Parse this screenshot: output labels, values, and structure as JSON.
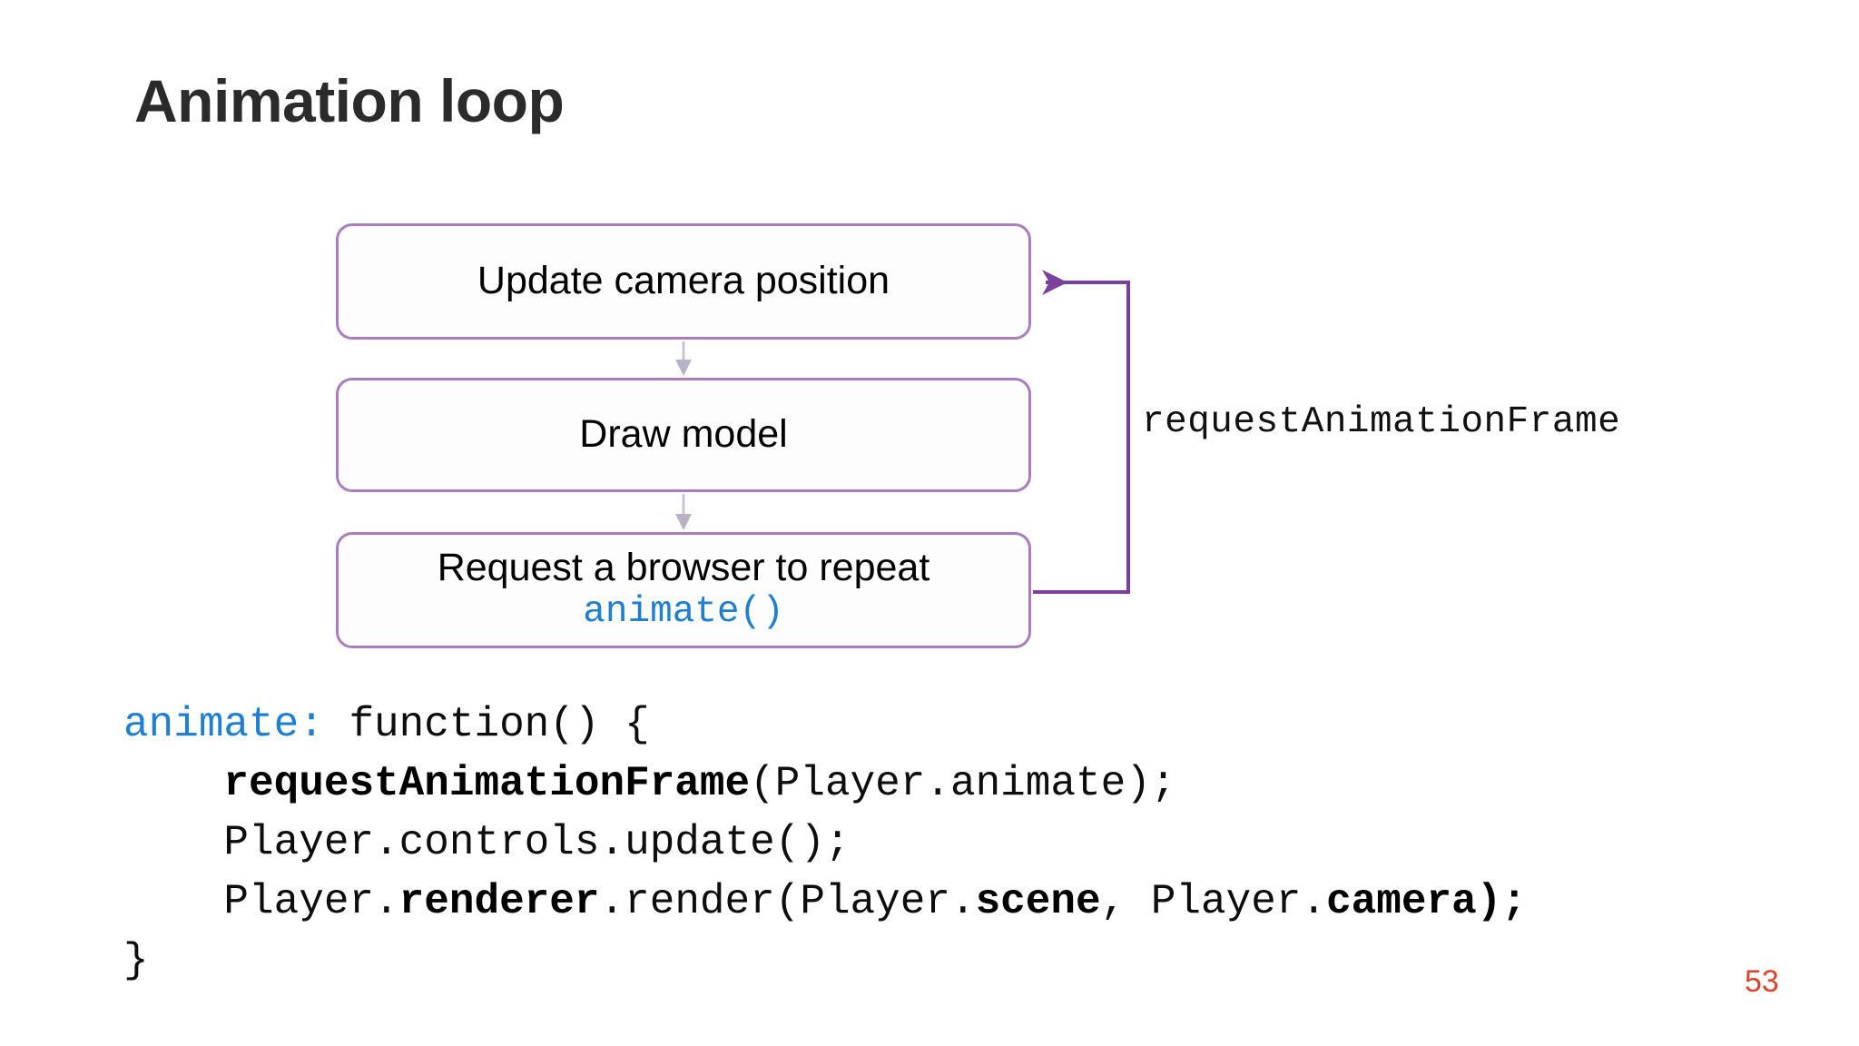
{
  "slide": {
    "title": "Animation loop",
    "page_number": "53",
    "page_number_color": "#d9452a",
    "background_color": "#ffffff",
    "title_color": "#2b2b2b"
  },
  "flowchart": {
    "box_border_color": "#a87ec0",
    "loop_arrow_color": "#7b3fa0",
    "connector_color": "#c9c3d4",
    "boxes": [
      {
        "label": "Update camera position",
        "code": ""
      },
      {
        "label": "Draw model",
        "code": ""
      },
      {
        "label": "Request a browser to repeat",
        "code": "animate()"
      }
    ],
    "loop_label": "requestAnimationFrame"
  },
  "code": {
    "accent_color": "#1f7fd0",
    "lines": [
      {
        "parts": [
          {
            "text": "animate:",
            "style": "key"
          },
          {
            "text": " function() {",
            "style": "plain"
          }
        ]
      },
      {
        "parts": [
          {
            "text": "    ",
            "style": "plain"
          },
          {
            "text": "requestAnimationFrame",
            "style": "bold"
          },
          {
            "text": "(Player.animate);",
            "style": "plain"
          }
        ]
      },
      {
        "parts": [
          {
            "text": "    Player.controls.update();",
            "style": "plain"
          }
        ]
      },
      {
        "parts": [
          {
            "text": "    Player.",
            "style": "plain"
          },
          {
            "text": "renderer",
            "style": "bold"
          },
          {
            "text": ".render(Player.",
            "style": "plain"
          },
          {
            "text": "scene",
            "style": "bold"
          },
          {
            "text": ", Player.",
            "style": "plain"
          },
          {
            "text": "camera",
            "style": "bold"
          },
          {
            "text": ");",
            "style": "bold"
          }
        ]
      },
      {
        "parts": [
          {
            "text": "}",
            "style": "plain"
          }
        ]
      }
    ]
  }
}
